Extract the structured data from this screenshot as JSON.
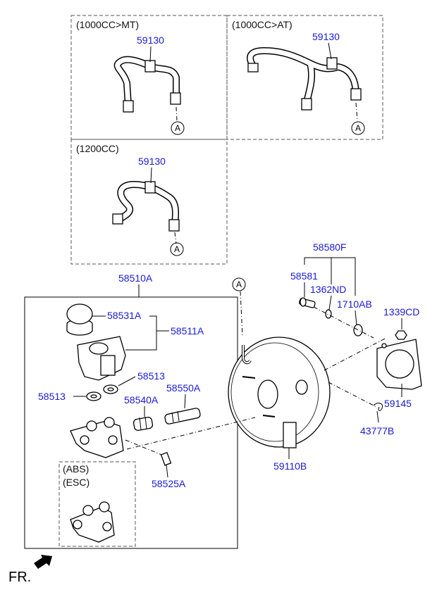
{
  "boxes": {
    "mt": "(1000CC>MT)",
    "at": "(1000CC>AT)",
    "cc1200": "(1200CC)",
    "abs": "(ABS)",
    "esc": "(ESC)"
  },
  "parts": {
    "hose_mt": "59130",
    "hose_at": "59130",
    "hose_1200": "59130",
    "master_cyl_assy": "58510A",
    "cap": "58531A",
    "reservoir": "58511A",
    "seal_upper": "58513",
    "seal_left": "58513",
    "piston_a": "58540A",
    "piston_b": "58550A",
    "bleed_screw": "58525A",
    "booster_kit": "58580F",
    "clevis_pin": "58581",
    "washer": "1362ND",
    "ring": "1710AB",
    "nut": "1339CD",
    "gasket": "59145",
    "clip": "43777B",
    "booster": "59110B"
  },
  "ref_markers": {
    "a1": "A",
    "a2": "A",
    "a3": "A",
    "a4": "A"
  },
  "front_label": "FR."
}
